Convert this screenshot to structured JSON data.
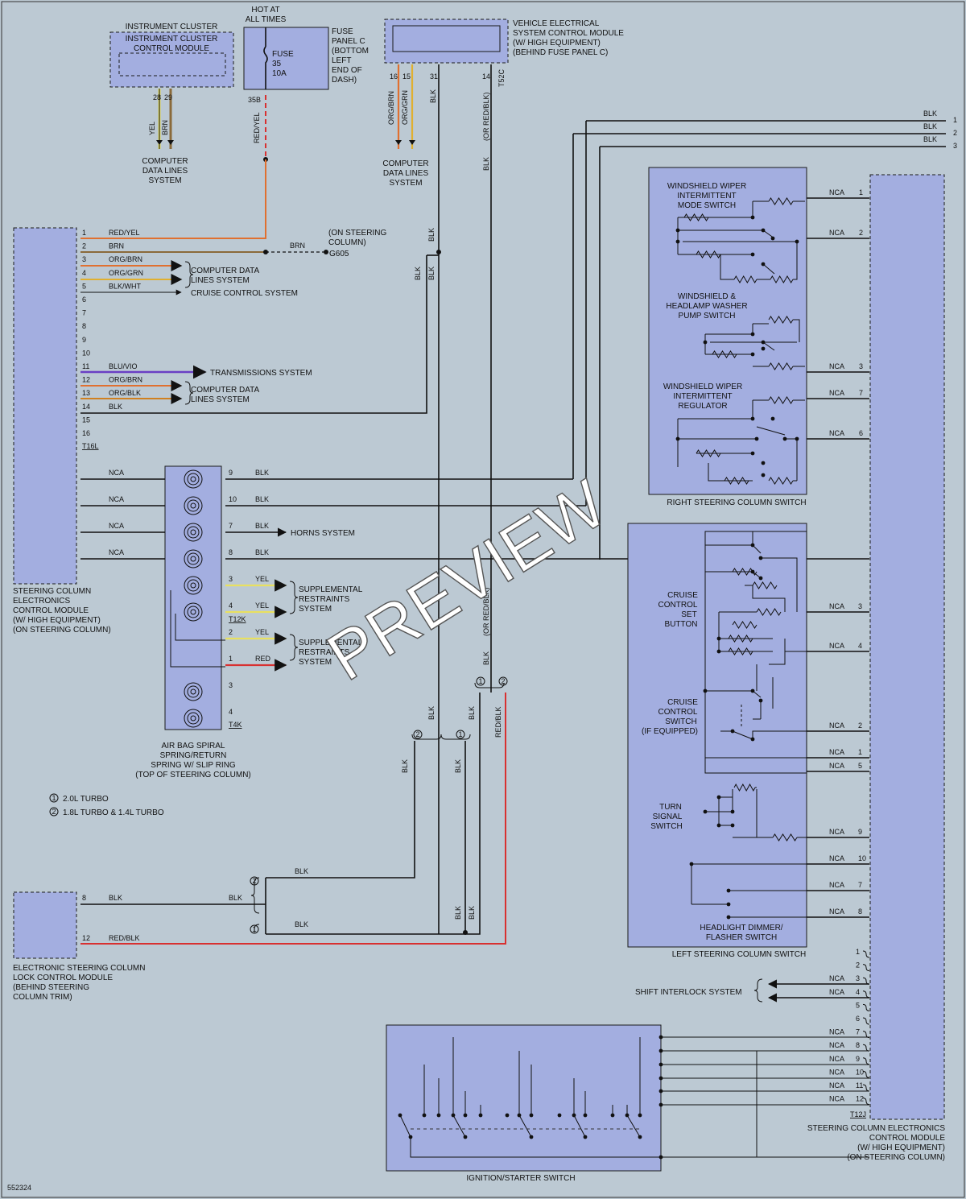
{
  "diagram_id": "552324",
  "watermark": "PREVIEW",
  "colors": {
    "background": "#bcc9d3",
    "component_fill": "#a3aee0",
    "wire_black": "#111111",
    "wire_yellow": "#e8e060",
    "wire_red": "#d83030",
    "wire_orange": "#e07030",
    "wire_violet": "#6a3fc4"
  },
  "labels": {
    "hot_at_all_times": [
      "HOT AT",
      "ALL TIMES"
    ],
    "instrument_cluster": [
      "INSTRUMENT CLUSTER",
      "INSTRUMENT CLUSTER",
      "CONTROL MODULE"
    ],
    "fuse": [
      "FUSE",
      "35",
      "10A"
    ],
    "fuse_panel": [
      "FUSE",
      "PANEL C",
      "(BOTTOM",
      "LEFT",
      "END OF",
      "DASH)"
    ],
    "vescm": [
      "VEHICLE ELECTRICAL",
      "SYSTEM CONTROL MODULE",
      "(W/ HIGH EQUIPMENT)",
      "(BEHIND FUSE PANEL C)"
    ],
    "computer_data_lines": [
      "COMPUTER",
      "DATA LINES",
      "SYSTEM"
    ],
    "computer_data_lines_2": [
      "COMPUTER DATA",
      "LINES SYSTEM"
    ],
    "cruise_control_system": "CRUISE CONTROL SYSTEM",
    "transmissions_system": "TRANSMISSIONS SYSTEM",
    "horns_system": "HORNS SYSTEM",
    "srs": [
      "SUPPLEMENTAL",
      "RESTRAINTS",
      "SYSTEM"
    ],
    "on_steering_column": [
      "(ON STEERING",
      "COLUMN)"
    ],
    "g605": "G605",
    "sccm_left": [
      "STEERING COLUMN",
      "ELECTRONICS",
      "CONTROL MODULE",
      "(W/ HIGH EQUIPMENT)",
      "(ON STEERING COLUMN)"
    ],
    "airbag_spiral": [
      "AIR BAG SPIRAL",
      "SPRING/RETURN",
      "SPRING W/ SLIP RING",
      "(TOP OF STEERING COLUMN)"
    ],
    "legend": [
      "2.0L TURBO",
      "1.8L TURBO & 1.4L TURBO"
    ],
    "escl": [
      "ELECTRONIC STEERING COLUMN",
      "LOCK CONTROL MODULE",
      "(BEHIND STEERING",
      "COLUMN TRIM)"
    ],
    "wiper_mode_switch": [
      "WINDSHIELD WIPER",
      "INTERMITTENT",
      "MODE SWITCH"
    ],
    "washer_pump_switch": [
      "WINDSHIELD &",
      "HEADLAMP WASHER",
      "PUMP SWITCH"
    ],
    "wiper_regulator": [
      "WINDSHIELD WIPER",
      "INTERMITTENT",
      "REGULATOR"
    ],
    "right_switch": "RIGHT STEERING COLUMN SWITCH",
    "cruise_set": [
      "CRUISE",
      "CONTROL",
      "SET",
      "BUTTON"
    ],
    "cruise_switch": [
      "CRUISE",
      "CONTROL",
      "SWITCH",
      "(IF EQUIPPED)"
    ],
    "turn_signal": [
      "TURN",
      "SIGNAL",
      "SWITCH"
    ],
    "headlight_dimmer": [
      "HEADLIGHT DIMMER/",
      "FLASHER SWITCH"
    ],
    "left_switch": "LEFT STEERING COLUMN SWITCH",
    "shift_interlock": "SHIFT INTERLOCK SYSTEM",
    "ignition_switch": "IGNITION/STARTER SWITCH",
    "sccm_right": [
      "STEERING COLUMN ELECTRONICS",
      "CONTROL MODULE",
      "(W/ HIGH EQUIPMENT)",
      "(ON STEERING COLUMN)"
    ]
  },
  "connectors": {
    "t16l": "T16L",
    "t12k": "T12K",
    "t4k": "T4K",
    "t12j": "T12J",
    "t52c": "T52C",
    "pin_35b": "35B"
  },
  "top_wires": {
    "instrument": [
      {
        "pin": "28",
        "color": "YEL"
      },
      {
        "pin": "29",
        "color": "BRN"
      }
    ],
    "fuse_wire": "RED/YEL",
    "vescm": [
      {
        "pin": "16",
        "color": "ORG/BRN"
      },
      {
        "pin": "15",
        "color": "ORG/GRN"
      },
      {
        "pin": "31",
        "color": "BLK"
      },
      {
        "pin": "14",
        "color": "(OR RED/BLK)"
      }
    ]
  },
  "t16l_pins": [
    {
      "pin": "1",
      "color": "RED/YEL"
    },
    {
      "pin": "2",
      "color": "BRN"
    },
    {
      "pin": "3",
      "color": "ORG/BRN"
    },
    {
      "pin": "4",
      "color": "ORG/GRN"
    },
    {
      "pin": "5",
      "color": "BLK/WHT"
    },
    {
      "pin": "6",
      "color": ""
    },
    {
      "pin": "7",
      "color": ""
    },
    {
      "pin": "8",
      "color": ""
    },
    {
      "pin": "9",
      "color": ""
    },
    {
      "pin": "10",
      "color": ""
    },
    {
      "pin": "11",
      "color": "BLU/VIO"
    },
    {
      "pin": "12",
      "color": "ORG/BRN"
    },
    {
      "pin": "13",
      "color": "ORG/BLK"
    },
    {
      "pin": "14",
      "color": "BLK"
    },
    {
      "pin": "15",
      "color": ""
    },
    {
      "pin": "16",
      "color": ""
    }
  ],
  "wire_labels": {
    "blk": "BLK",
    "brn": "BRN",
    "nca": "NCA",
    "red_blk": "RED/BLK",
    "or_red_blk": "(OR RED/BLK)",
    "yel": "YEL",
    "red": "RED"
  },
  "spiral_pins": [
    {
      "pin": "9",
      "color": "BLK"
    },
    {
      "pin": "10",
      "color": "BLK"
    },
    {
      "pin": "7",
      "color": "BLK"
    },
    {
      "pin": "8",
      "color": "BLK"
    },
    {
      "pin": "3",
      "color": "YEL"
    },
    {
      "pin": "4",
      "color": "YEL"
    },
    {
      "pin": "2",
      "color": "YEL"
    },
    {
      "pin": "1",
      "color": "RED"
    },
    {
      "pin": "3",
      "color": ""
    },
    {
      "pin": "4",
      "color": ""
    }
  ],
  "escl_pins": [
    {
      "pin": "8",
      "color": "BLK"
    },
    {
      "pin": "12",
      "color": "RED/BLK"
    }
  ],
  "legend_marks": [
    "1",
    "2"
  ],
  "right_edge_nums": [
    "1",
    "2",
    "3"
  ],
  "rscs_pins": [
    "1",
    "2",
    "3",
    "7",
    "6"
  ],
  "lscs_pins": [
    "3",
    "4",
    "2",
    "1",
    "5",
    "9",
    "10",
    "7",
    "8"
  ],
  "t12j_pins": [
    "1",
    "2",
    "3",
    "4",
    "5",
    "6",
    "7",
    "8",
    "9",
    "10",
    "11",
    "12"
  ]
}
